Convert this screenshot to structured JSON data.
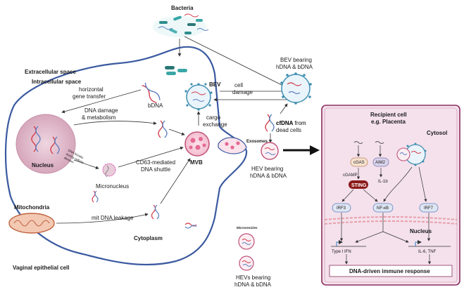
{
  "labels": {
    "bacteria": "Bacteria",
    "extracellular": "Extracellular space",
    "intracellular": "Intracellular space",
    "hgt_line1": "horizontal",
    "hgt_line2": "gene transfer",
    "bdna": "bDNA",
    "bev": "BEV",
    "cell_damage_1": "cell",
    "cell_damage_2": "damage",
    "bev_bearing_1": "BEV bearing",
    "bev_bearing_2": "hDNA & bDNA",
    "dna_damage_1": "DNA damage",
    "dna_damage_2": "& metabolism",
    "cargo_1": "cargo",
    "cargo_2": "exchange",
    "cfdna_1a": "cfDNA",
    "cfdna_1b": " from",
    "cfdna_2": "dead cells",
    "exosomes": "Exosomes",
    "nucleus": "Nucleus",
    "dsb_1": "DNA breaks",
    "dsb_2": "during cellular",
    "dsb_3": "division",
    "cd63_1": "CD63-mediated",
    "cd63_2": "DNA shuttle",
    "mvb": "MVB",
    "micronucleus": "Micronucleus",
    "hev_bearing_1": "HEV bearing",
    "hev_bearing_2": "hDNA & bDNA",
    "mitochondria": "Mitochondria",
    "mit_leak": "mit DNA leakage",
    "cytoplasm": "Cytoplasm",
    "microvesicles": "Microvesicles",
    "vaginal_cell": "Vaginal epithelial cell",
    "hevs_bearing_1": "HEVs bearing",
    "hevs_bearing_2": "hDNA & bDNA"
  },
  "recipient": {
    "title_1": "Recipient cell",
    "title_2": "e.g. Placenta",
    "cytosol": "Cytosol",
    "cgas": "cGAS",
    "aim2": "AIM2",
    "cgamp": "cGAMP",
    "il1b": "IL-1b",
    "sting": "STING",
    "irf3": "IRF3",
    "nfkb": "NF-κB",
    "irf7": "IRF7",
    "nucleus": "Nucleus",
    "ifn": "Type I IFN",
    "il6": "IL-6, TNF",
    "response": "DNA-driven immune response"
  },
  "colors": {
    "cell_outline": "#3b5aa0",
    "panel_fill": "#f4e1ec",
    "panel_border": "#8b2f5e",
    "dna_red": "#d23a4a",
    "dna_blue": "#5b7fc0",
    "vesicle_teal": "#3f8fb0",
    "sting_fill": "#8b1a1a",
    "nucleus_fill": "#e8c9d6"
  }
}
